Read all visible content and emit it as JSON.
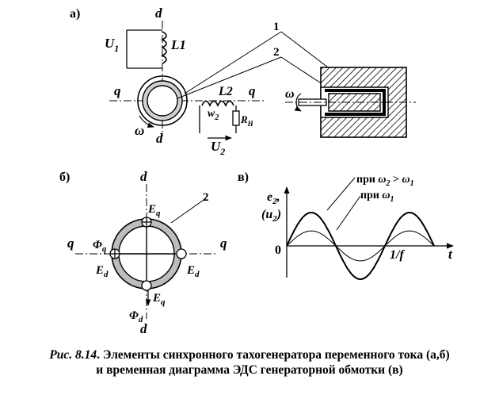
{
  "labels": {
    "part_a": "а)",
    "part_b": "б)",
    "part_v": "в)",
    "d": "d",
    "q": "q",
    "U1": "U",
    "U1_sub": "1",
    "L1": "L1",
    "L2": "L2",
    "w2": "w",
    "w2_sub": "2",
    "RH": "R",
    "RH_sub": "H",
    "U2": "U",
    "U2_sub": "2",
    "omega": "ω",
    "callout_1": "1",
    "callout_2": "2",
    "ring_2": "2",
    "Eq": "E",
    "Eq_sub": "q",
    "Ed": "E",
    "Ed_sub": "d",
    "Phiq": "Φ",
    "Phiq_sub": "q",
    "Phid": "Φ",
    "Phid_sub": "d",
    "e2": "e",
    "e2_sub": "2",
    "e2_comma": ",",
    "u2_open": "(u",
    "u2_sub": "2",
    "u2_close": ")",
    "zero": "0",
    "period": "1/f",
    "t": "t",
    "legend_high_prefix": "при ",
    "legend_high_w2": "ω",
    "legend_high_w2_sub": "2",
    "legend_high_gt": " > ",
    "legend_high_w1": "ω",
    "legend_high_w1_sub": "1",
    "legend_low_prefix": "при ",
    "legend_low_w1": "ω",
    "legend_low_w1_sub": "1"
  },
  "caption": {
    "prefix": "Рис. 8.14",
    "line1": ". Элементы синхронного тахогенератора переменного тока (а,б)",
    "line2": "и временная диаграмма ЭДС генераторной обмотки (в)"
  },
  "waveforms": {
    "amplitude_high": 1.0,
    "amplitude_low": 0.45,
    "periods_shown": 1.5
  }
}
